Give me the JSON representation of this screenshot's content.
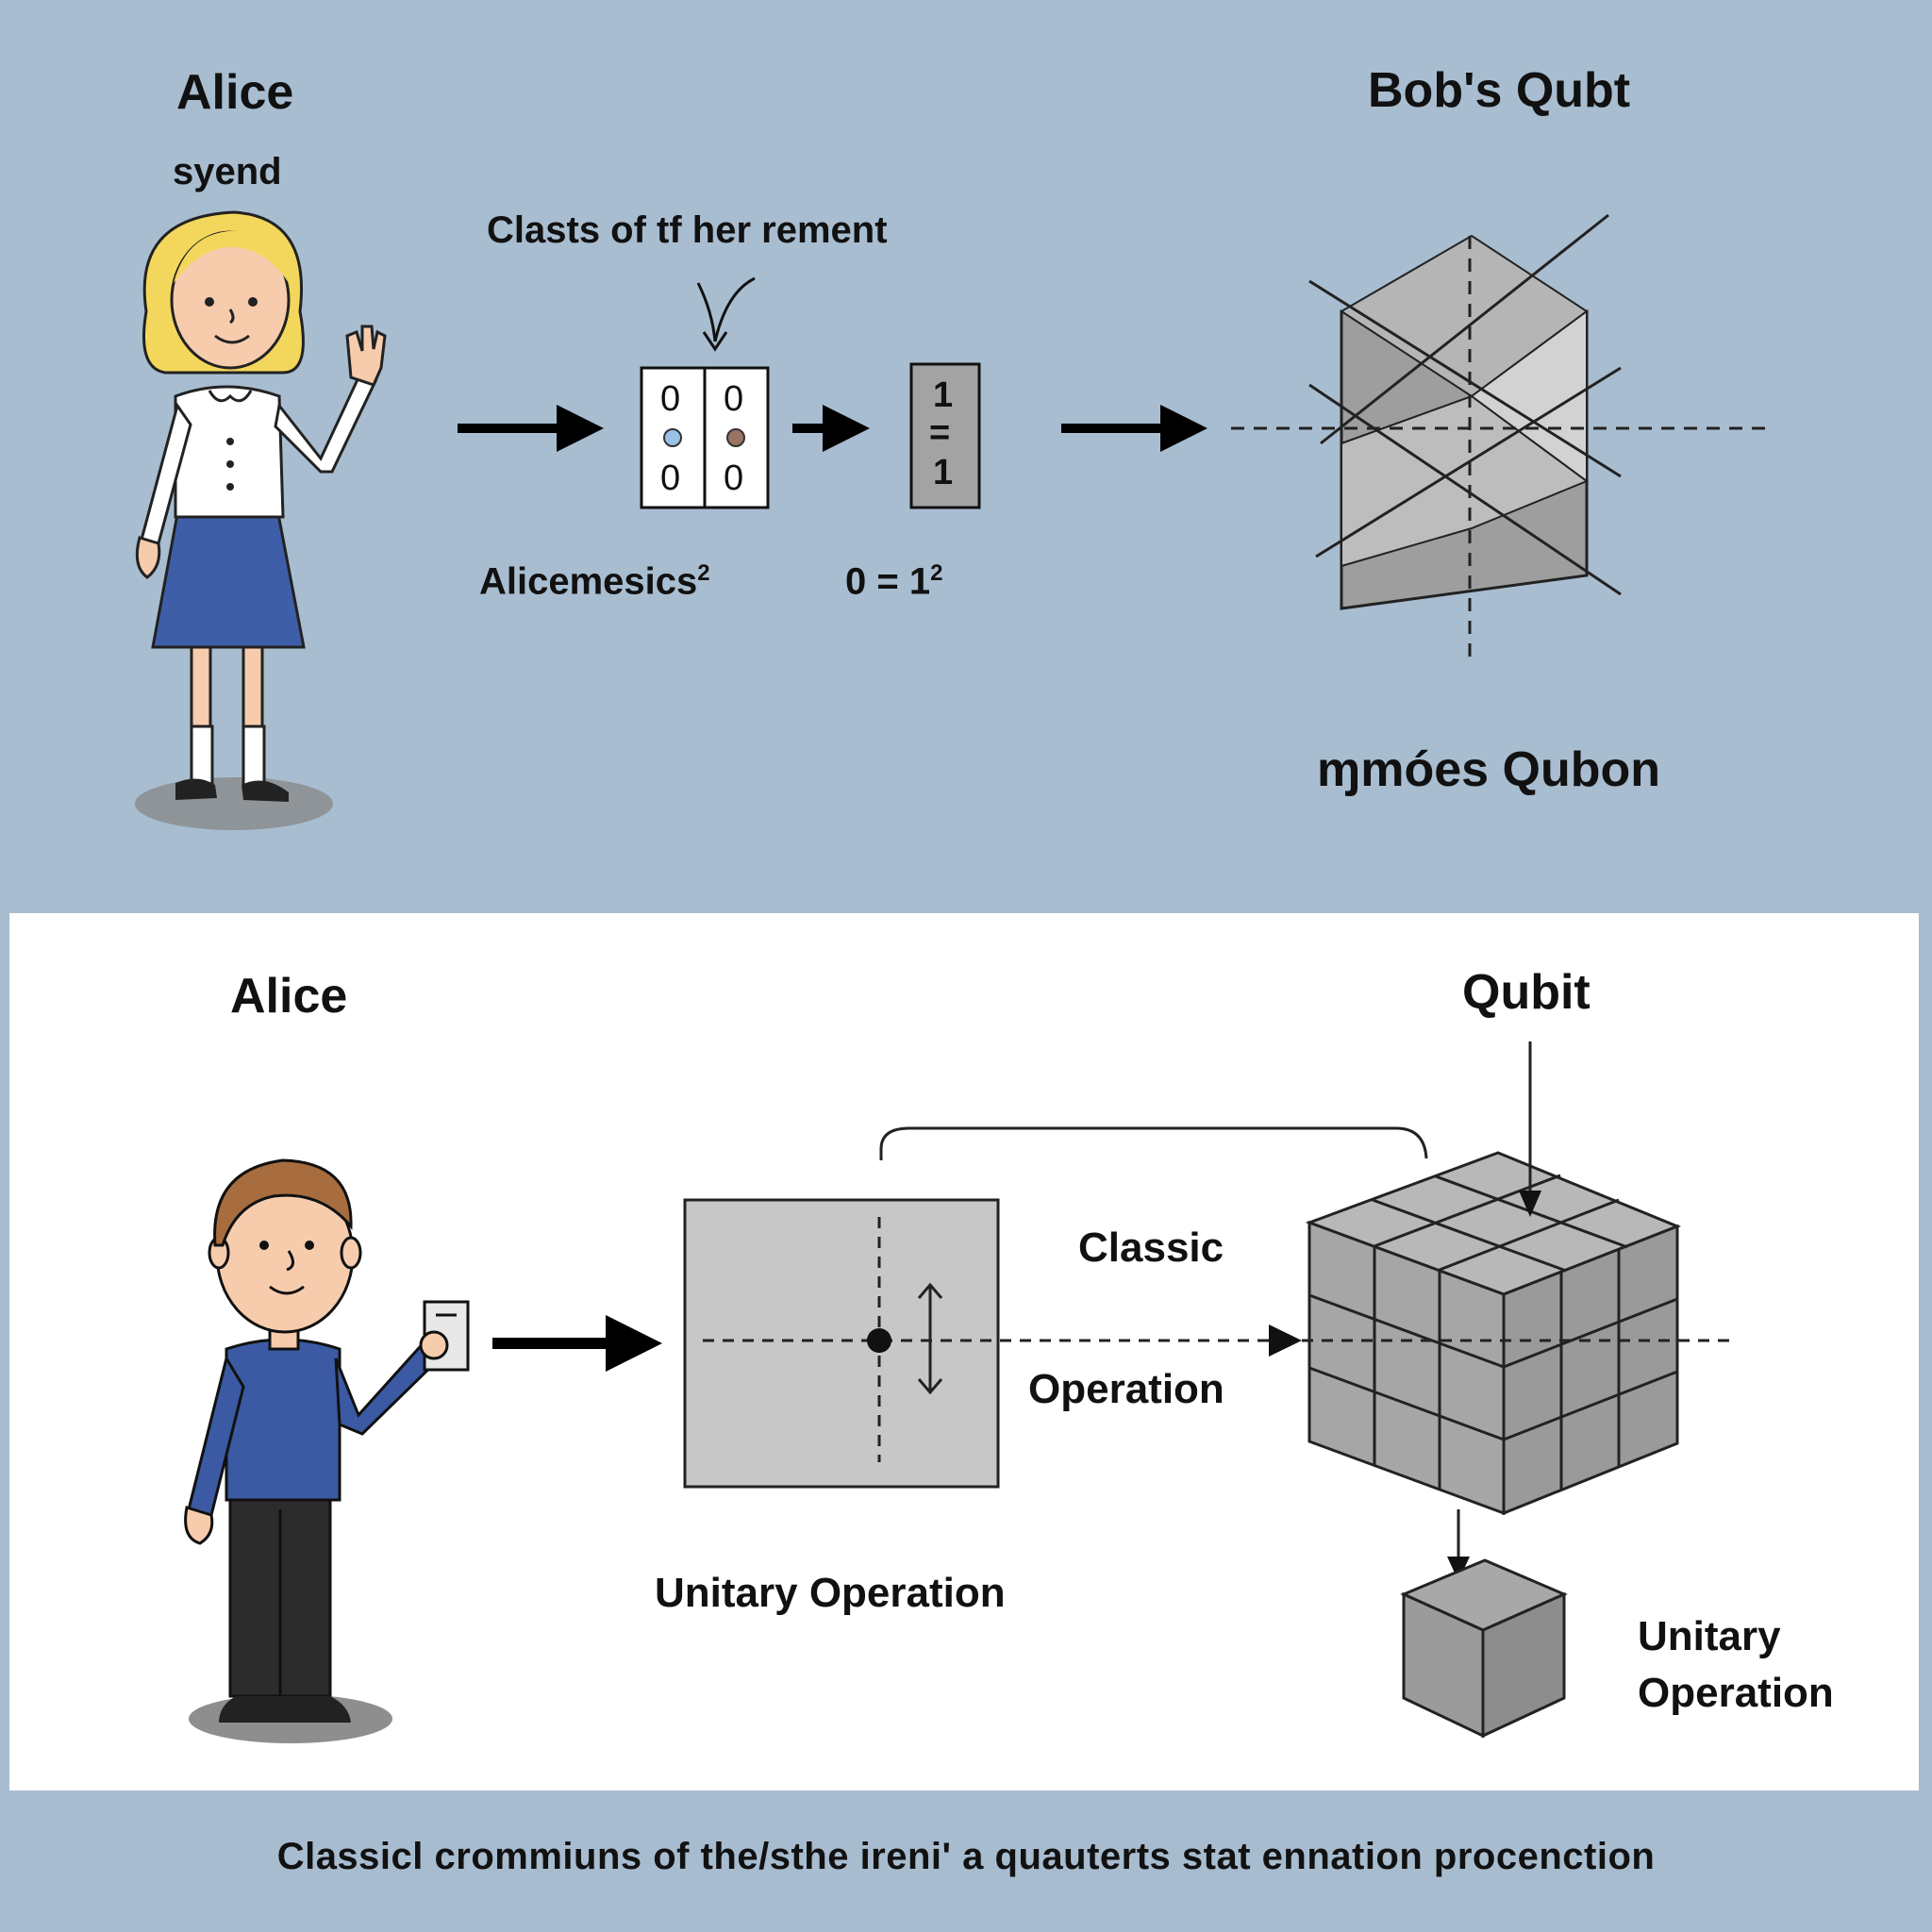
{
  "top": {
    "person_title": "Alice",
    "person_subtitle": "syend",
    "measurement_caption": "Clasts of tf her rement",
    "matrix_cells": [
      "0",
      "0",
      "0",
      "0"
    ],
    "result_cells": [
      "1",
      "=",
      "1"
    ],
    "below_matrix_label": "Alicemesics",
    "below_matrix_sup": "2",
    "below_result_label": "0 = 1",
    "below_result_sup": "2",
    "right_title": "Bob's Qubt",
    "right_caption": "ɱmóes Qubon"
  },
  "bottom": {
    "person_title": "Alice",
    "right_title": "Qubit",
    "classic_label": "Classic",
    "operation_label": "Operation",
    "square_caption": "Unitary Operation",
    "cube_caption_line1": "Unitary",
    "cube_caption_line2": "Operation"
  },
  "footer": {
    "text": "Classicl crommiuns of the/sthe ireni' a quauterts stat ennation procenction"
  },
  "colors": {
    "top_background": "#a8bdd0",
    "bottom_background": "#ffffff",
    "skirt_blue": "#3e5fa8",
    "sweater_blue": "#3b5aa3",
    "hair_blonde": "#f3d75c",
    "hair_brown": "#a86d3e",
    "cube_gray": "#9b9b9b",
    "skin": "#f6ccad"
  }
}
